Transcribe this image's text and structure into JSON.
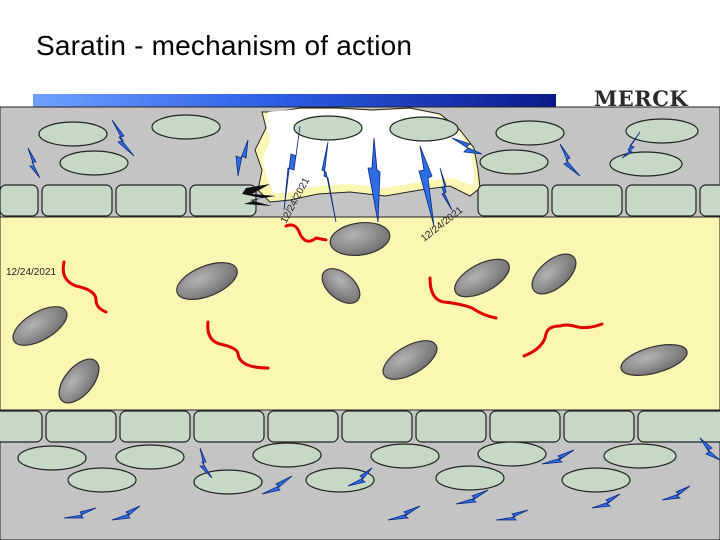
{
  "slide": {
    "title": "Saratin - mechanism of action",
    "logo_text": "MERCK",
    "date_stamps": [
      "12/24/2021",
      "12/24/2021",
      "12/24/2021"
    ]
  },
  "colors": {
    "vessel_wall": "#c4c4c4",
    "lumen": "#fbf6b2",
    "endothelial_cell": "#c6d8c6",
    "blood_cell": "#8e8e8e",
    "bolt": "#2f6ce6",
    "strand": "#e00000",
    "header_bar_start": "#6fa0ff",
    "header_bar_end": "#0a1a8c"
  }
}
